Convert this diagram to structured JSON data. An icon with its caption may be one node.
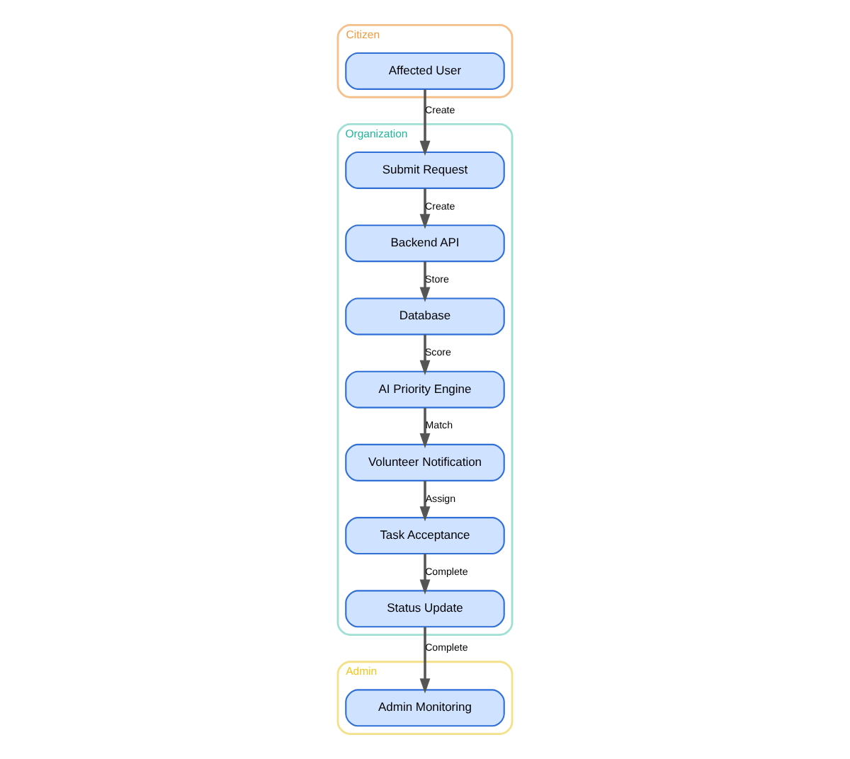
{
  "diagram": {
    "nodes": [
      {
        "text": [
          "Citizen"
        ]
      },
      {
        "text": [
          "Affected User"
        ],
        "in": 0
      },
      {
        "text": [
          "Organization"
        ]
      },
      {
        "text": [
          "Submit Request"
        ],
        "in": 2
      },
      {
        "text": [
          "Backend API"
        ],
        "in": 2
      },
      {
        "text": [
          "Database"
        ],
        "in": 2
      },
      {
        "text": [
          "AI Priority Engine"
        ],
        "in": 2
      },
      {
        "text": [
          "Volunteer Notification"
        ],
        "in": 2
      },
      {
        "text": [
          "Task Acceptance"
        ],
        "in": 2
      },
      {
        "text": [
          "Status Update"
        ],
        "in": 2
      },
      {
        "text": [
          "Admin"
        ]
      },
      {
        "text": [
          "Admin Monitoring"
        ],
        "in": 10
      }
    ],
    "edges": [
      {
        "from": 1,
        "to": 3,
        "label": "Create",
        "arrow": "to"
      },
      {
        "from": 3,
        "to": 4,
        "label": "Create",
        "arrow": "to"
      },
      {
        "from": 4,
        "to": 5,
        "label": "Store",
        "arrow": "to"
      },
      {
        "from": 5,
        "to": 6,
        "label": "Score",
        "arrow": "to"
      },
      {
        "from": 6,
        "to": 7,
        "label": "Match",
        "arrow": "to"
      },
      {
        "from": 7,
        "to": 8,
        "label": "Assign",
        "arrow": "to"
      },
      {
        "from": 8,
        "to": 9,
        "label": "Complete",
        "arrow": "to"
      },
      {
        "from": 9,
        "to": 11,
        "label": "Complete",
        "arrow": "to"
      }
    ]
  }
}
